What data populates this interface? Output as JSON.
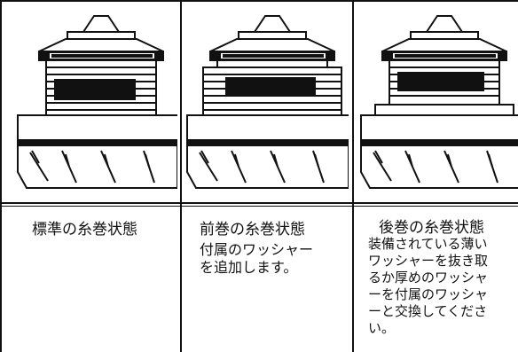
{
  "columns": [
    {
      "title": "標準の糸巻状態",
      "body": []
    },
    {
      "title": "前巻の糸巻状態",
      "body": [
        "付属のワッシャー",
        "を追加します。"
      ]
    },
    {
      "title": "後巻の糸巻状態",
      "body": [
        "装備されている薄い",
        "ワッシャーを抜き取",
        "るか厚めのワッシャ",
        "ーを付属のワッシャ",
        "ーと交換してくださ",
        "い。"
      ]
    }
  ],
  "spool_variant_by_column": [
    "standard",
    "front-wound",
    "rear-wound"
  ],
  "colors": {
    "line": "#111111",
    "background": "#ffffff"
  }
}
